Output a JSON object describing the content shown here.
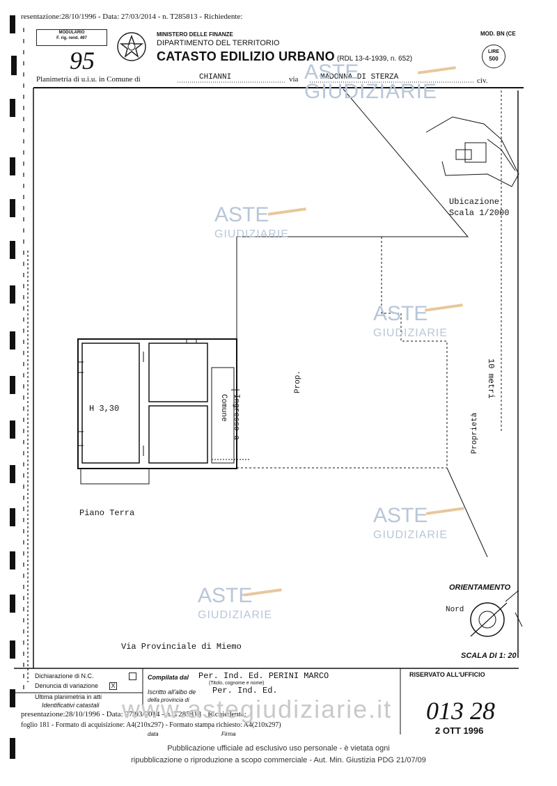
{
  "header": {
    "top_line": "resentazione:28/10/1996 - Data: 27/03/2014 - n. T285813 - Richiedente:",
    "modulario": "MODULARIO",
    "modulario_sub": "F. rig. rend. 497",
    "handwritten_number": "95",
    "ministry": "MINISTERO DELLE FINANZE",
    "department": "DIPARTIMENTO DEL TERRITORIO",
    "catasto": "CATASTO EDILIZIO URBANO",
    "rdl": "(RDL 13-4-1939, n. 652)",
    "mod_code": "MOD. BN (CE",
    "lire_label": "LIRE",
    "lire_value": "500",
    "planimetria_label": "Planimetria di u.i.u. in Comune di",
    "comune_value": "CHIANNI",
    "via_label": "via",
    "via_value": "MADONNA DI STERZA",
    "civ_label": "civ."
  },
  "plan": {
    "ubicazione": "Ubicazione",
    "scala_1_2000": "Scala 1/2000",
    "ten_metri": "10 metri",
    "prop_short": "Prop.",
    "proprieta": "Proprietà",
    "h_label": "H 3,30",
    "ingresso_a": "Ingresso a",
    "comune": "Comune",
    "piano_terra": "Piano Terra",
    "orientamento": "ORIENTAMENTO",
    "nord": "Nord",
    "scala_di": "SCALA DI 1: 20",
    "via_provinciale": "Via Provinciale di Miemo"
  },
  "watermarks": [
    {
      "aste": "ASTE",
      "giudiziarie": "GIUDIZIARIE"
    },
    {
      "aste": "ASTE",
      "giudiziarie": "GIUDIZIARIE"
    },
    {
      "aste": "ASTE",
      "giudiziarie": "GIUDIZIARIE"
    },
    {
      "aste": "ASTE",
      "giudiziarie": "GIUDIZIARIE"
    },
    {
      "aste": "ASTE",
      "giudiziarie": "GIUDIZIARIE"
    }
  ],
  "footer": {
    "dichiarazione": "Dichiarazione di N.C.",
    "denuncia": "Denuncia di variazione",
    "denuncia_mark": "X",
    "planimetria_atti": "Ultima planimetria in atti",
    "identificativi": "Identificativi catastali",
    "compilata_label": "Compilata dal",
    "compilata_value": "Per. Ind. Ed. PERINI MARCO",
    "titolo": "(Titolo, cognome e nome)",
    "iscritto_label": "Iscritto all'albo de",
    "iscritto_value": "Per. Ind. Ed.",
    "provincia_label": "della provincia di",
    "riservato": "RISERVATO ALL'UFFICIO",
    "data_label": "data",
    "firma_label": "Firma",
    "overprint_1": "presentazione:28/10/1996 - Data: 27/03/2014 - n. T285813 - Richiedente:",
    "overprint_2": "foglio 181 - Formato di acquisizione: A4(210x297) - Formato stampa richiesto: A4(210x297)",
    "office_number": "013 28",
    "office_date": "2 OTT 1996",
    "web_watermark": "www.astegiudiziarie.it"
  },
  "publication": {
    "line1": "Pubblicazione ufficiale ad esclusivo uso personale - è vietata ogni",
    "line2": "ripubblicazione o riproduzione a scopo commerciale - Aut. Min. Giustizia PDG 21/07/09"
  },
  "colors": {
    "ink": "#111111",
    "watermark": "#b8c6d8",
    "gavel": "#e8c79a"
  }
}
